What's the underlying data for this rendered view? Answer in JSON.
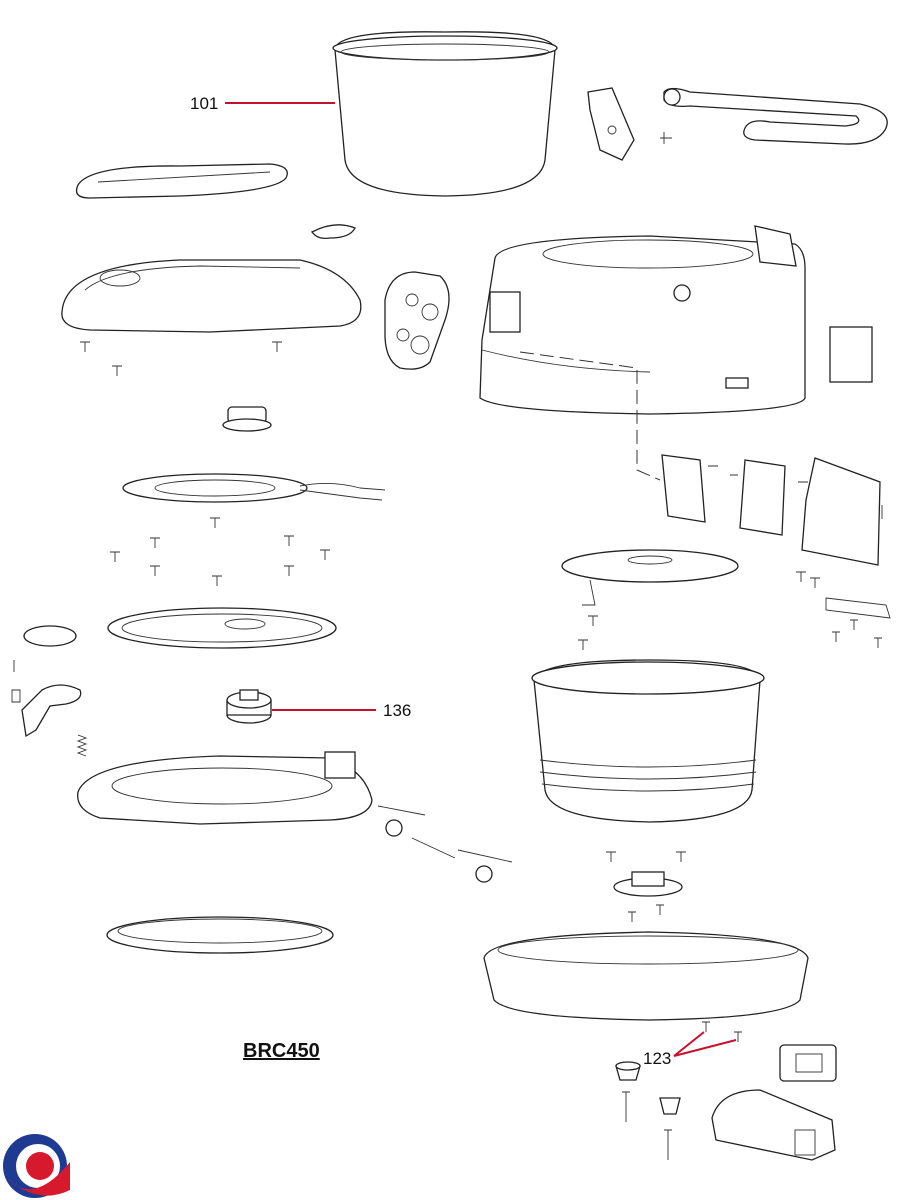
{
  "model_label": "BRC450",
  "callouts": [
    {
      "id": "part-101",
      "label": "101"
    },
    {
      "id": "part-136",
      "label": "136"
    },
    {
      "id": "part-123",
      "label": "123"
    }
  ],
  "colors": {
    "leader_line": "#c8102e",
    "part_outline": "#222222",
    "logo_blue": "#1f3a93",
    "logo_red": "#d7192d"
  }
}
